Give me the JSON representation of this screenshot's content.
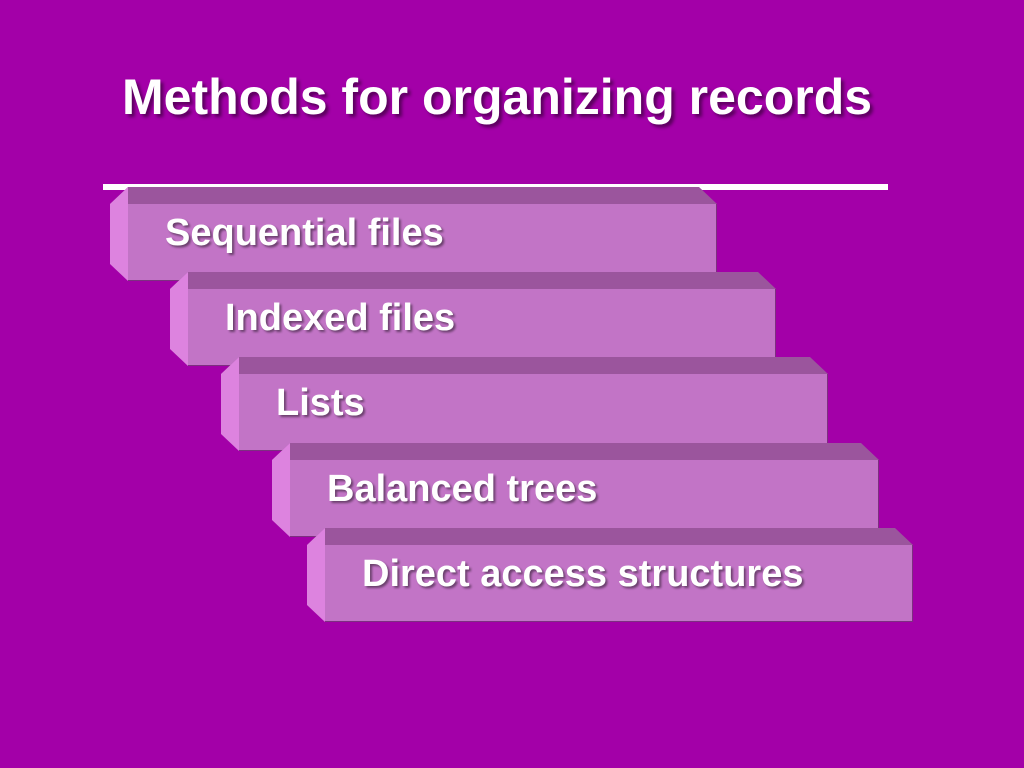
{
  "slide": {
    "title": "Methods for organizing records",
    "steps": [
      {
        "label": "Sequential files"
      },
      {
        "label": "Indexed files"
      },
      {
        "label": "Lists"
      },
      {
        "label": "Balanced trees"
      },
      {
        "label": "Direct access structures"
      }
    ]
  },
  "colors": {
    "background": "#a300a8",
    "step_face": "#c274c6",
    "step_top": "#9b559d",
    "step_side": "#dd83df",
    "text": "#ffffff"
  }
}
